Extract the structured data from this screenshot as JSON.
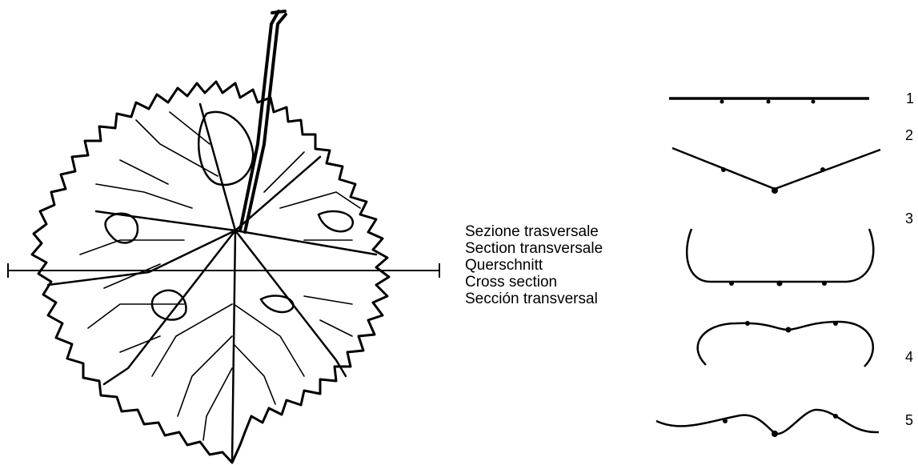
{
  "labels": {
    "it": "Sezione trasversale",
    "fr": "Section transversale",
    "de": "Querschnitt",
    "en": "Cross section",
    "es": "Sección transversal"
  },
  "profiles": [
    {
      "number": "1",
      "shape": "flat"
    },
    {
      "number": "2",
      "shape": "v-shaped"
    },
    {
      "number": "3",
      "shape": "upturned edges"
    },
    {
      "number": "4",
      "shape": "downturned edges"
    },
    {
      "number": "5",
      "shape": "undulating"
    }
  ],
  "colors": {
    "ink": "#000000",
    "background": "#ffffff"
  }
}
